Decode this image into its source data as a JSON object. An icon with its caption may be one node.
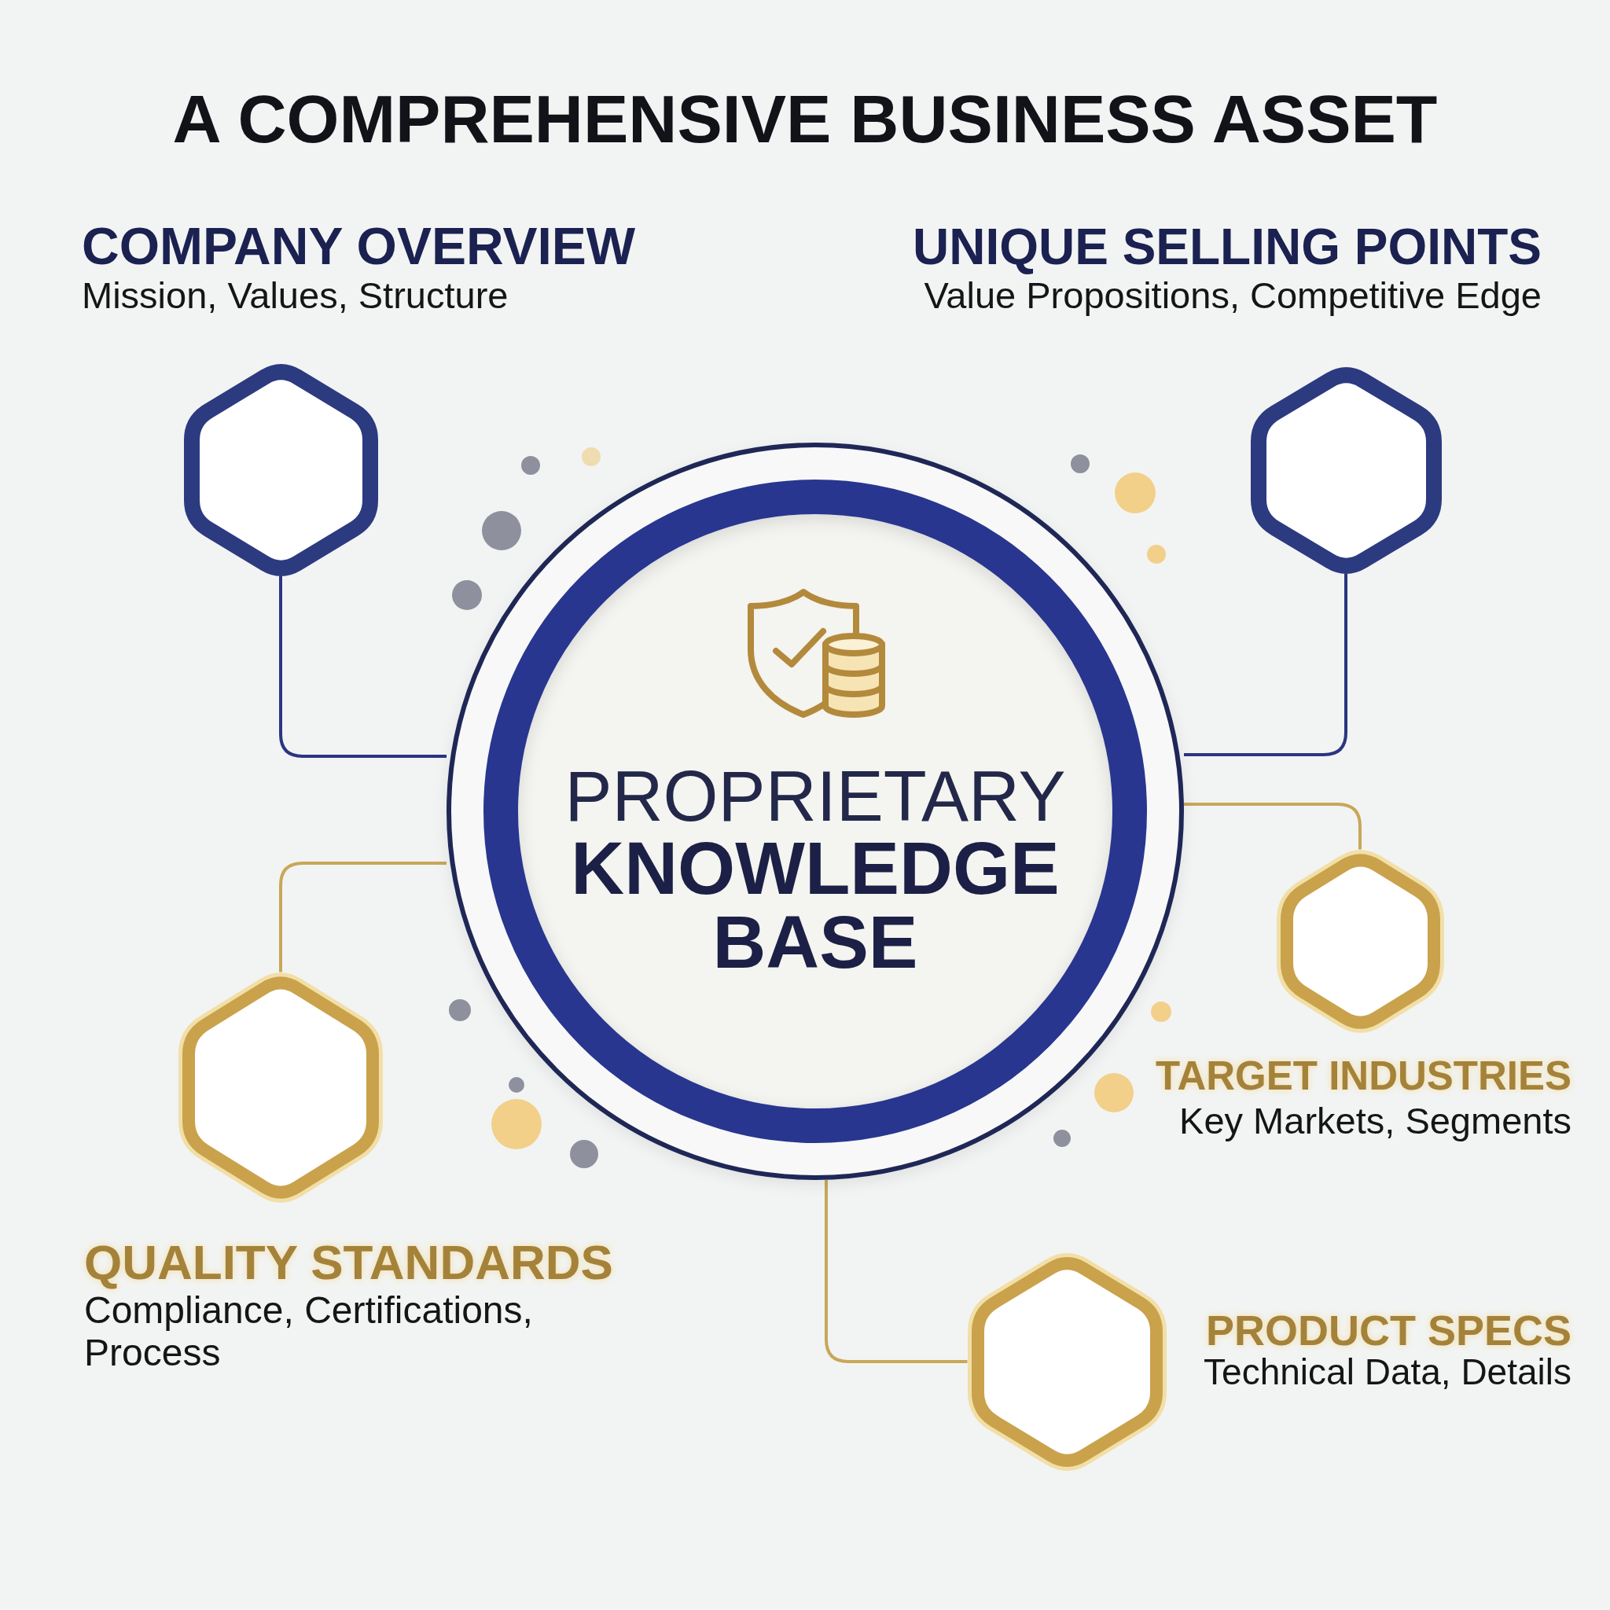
{
  "diagram": {
    "title": "A COMPREHENSIVE BUSINESS ASSET",
    "nodes": [
      {
        "text": [],
        "shape": "hexagon",
        "beside": [
          "COMPANY OVERVIEW",
          "Mission, Values, Structure"
        ]
      },
      {
        "text": [],
        "shape": "hexagon",
        "beside": [
          "UNIQUE SELLING POINTS",
          "Value Propositions, Competitive Edge"
        ]
      },
      {
        "text": [
          "PROPRIETARY",
          "KNOWLEDGE BASE"
        ]
      },
      {
        "text": [],
        "shape": "hexagon",
        "beside": [
          "TARGET INDUSTRIES",
          "Key Markets, Segments"
        ]
      },
      {
        "text": [],
        "shape": "hexagon",
        "beside": [
          "QUALITY STANDARDS",
          "Compliance, Certifications, Process"
        ]
      },
      {
        "text": [],
        "shape": "hexagon",
        "beside": [
          "PRODUCT SPECS",
          "Technical Data, Details"
        ]
      }
    ],
    "edges": [
      {
        "from": 2,
        "to": 0,
        "arrow": "none",
        "color": "#2b3580"
      },
      {
        "from": 2,
        "to": 1,
        "arrow": "none",
        "color": "#2b3580"
      },
      {
        "from": 2,
        "to": 3,
        "arrow": "none"
      },
      {
        "from": 2,
        "to": 4,
        "arrow": "none"
      },
      {
        "from": 2,
        "to": 5,
        "arrow": "none"
      }
    ]
  }
}
